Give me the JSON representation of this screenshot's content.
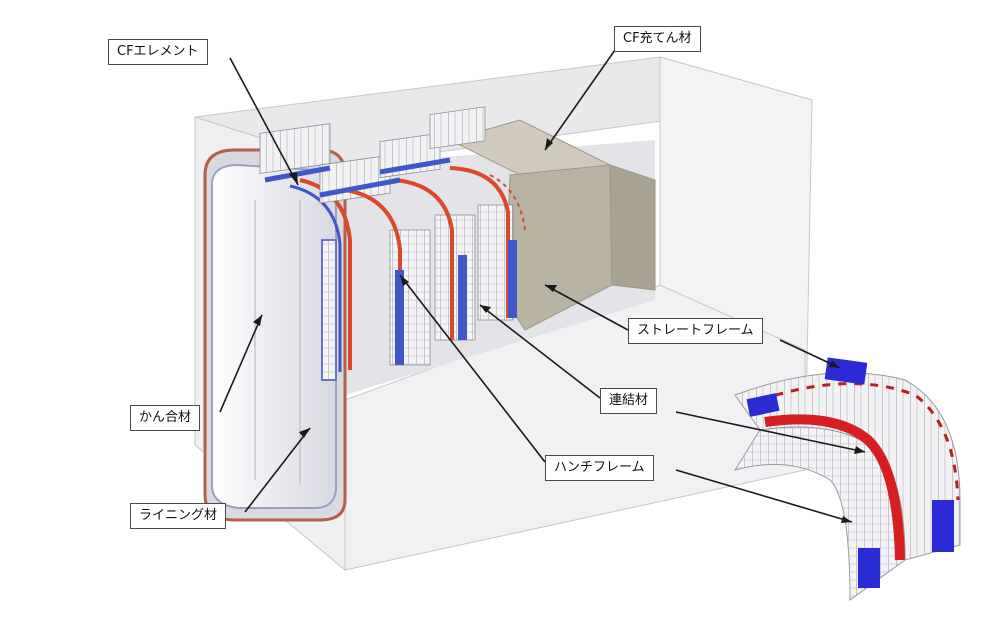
{
  "labels": {
    "cf_element": "CFエレメント",
    "cf_filler": "CF充てん材",
    "straight_frame": "ストレートフレーム",
    "connecting_member": "連結材",
    "haunch_frame": "ハンチフレーム",
    "can_joint": "かん合材",
    "lining_member": "ライニング材"
  },
  "colors": {
    "concrete": "#eeeeef",
    "concrete_side": "#f4f4f6",
    "concrete_edge": "#c8c8cc",
    "filler": "#bdb8a8",
    "frame_red": "#d94a2a",
    "frame_blue": "#3f57c8",
    "element_white": "#f7f7f7",
    "leader": "#1a1a1a"
  }
}
